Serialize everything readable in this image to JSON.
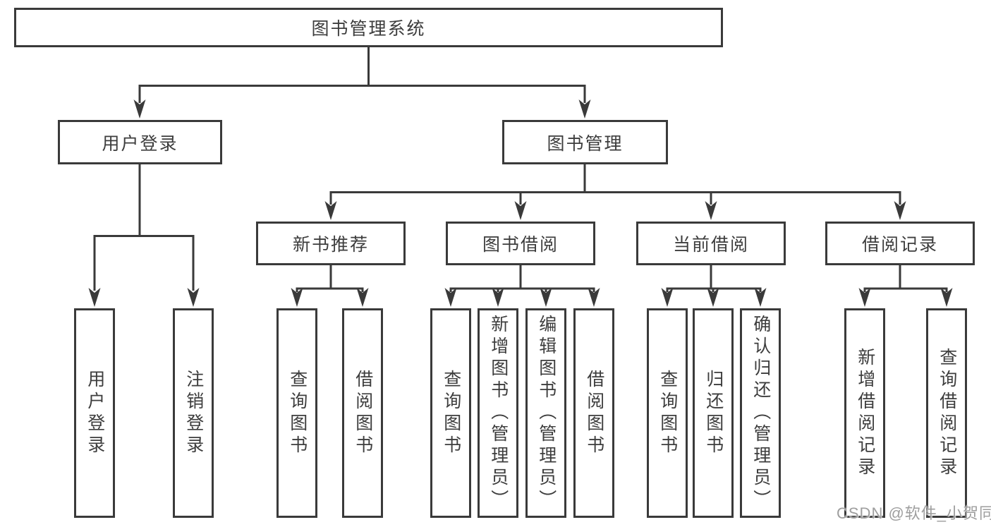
{
  "diagram": {
    "type": "hierarchy-tree",
    "colors": {
      "line": "#3a3a3a",
      "box_border": "#3a3a3a",
      "box_fill": "#ffffff",
      "text": "#3d3d3d",
      "background": "#ffffff"
    },
    "nodes": {
      "root": {
        "label": "图书管理系统"
      },
      "userLogin": {
        "label": "用户登录"
      },
      "bookMgmt": {
        "label": "图书管理"
      },
      "newBookRec": {
        "label": "新书推荐"
      },
      "bookBorrow": {
        "label": "图书借阅"
      },
      "currentBorrow": {
        "label": "当前借阅"
      },
      "borrowRecord": {
        "label": "借阅记录"
      },
      "leafUserLogin": {
        "label": "用户登录"
      },
      "leafLogout": {
        "label": "注销登录"
      },
      "leafQueryBook1": {
        "label": "查询图书"
      },
      "leafBorrowBook1": {
        "label": "借阅图书"
      },
      "leafQueryBook2": {
        "label": "查询图书"
      },
      "leafAddBook": {
        "label": "新增图书（管理员）"
      },
      "leafEditBook": {
        "label": "编辑图书（管理员）"
      },
      "leafBorrowBook2": {
        "label": "借阅图书"
      },
      "leafQueryBook3": {
        "label": "查询图书"
      },
      "leafReturnBook": {
        "label": "归还图书"
      },
      "leafConfirmReturn": {
        "label": "确认归还（管理员）"
      },
      "leafAddRecord": {
        "label": "新增借阅记录"
      },
      "leafQueryRecord": {
        "label": "查询借阅记录"
      }
    },
    "edges": [
      [
        "root",
        "userLogin"
      ],
      [
        "root",
        "bookMgmt"
      ],
      [
        "userLogin",
        "leafUserLogin"
      ],
      [
        "userLogin",
        "leafLogout"
      ],
      [
        "bookMgmt",
        "newBookRec"
      ],
      [
        "bookMgmt",
        "bookBorrow"
      ],
      [
        "bookMgmt",
        "currentBorrow"
      ],
      [
        "bookMgmt",
        "borrowRecord"
      ],
      [
        "newBookRec",
        "leafQueryBook1"
      ],
      [
        "newBookRec",
        "leafBorrowBook1"
      ],
      [
        "bookBorrow",
        "leafQueryBook2"
      ],
      [
        "bookBorrow",
        "leafAddBook"
      ],
      [
        "bookBorrow",
        "leafEditBook"
      ],
      [
        "bookBorrow",
        "leafBorrowBook2"
      ],
      [
        "currentBorrow",
        "leafQueryBook3"
      ],
      [
        "currentBorrow",
        "leafReturnBook"
      ],
      [
        "currentBorrow",
        "leafConfirmReturn"
      ],
      [
        "borrowRecord",
        "leafAddRecord"
      ],
      [
        "borrowRecord",
        "leafQueryRecord"
      ]
    ]
  },
  "watermark": {
    "text": "CSDN @软件_小贺同学",
    "color": "#9e9e9e"
  }
}
